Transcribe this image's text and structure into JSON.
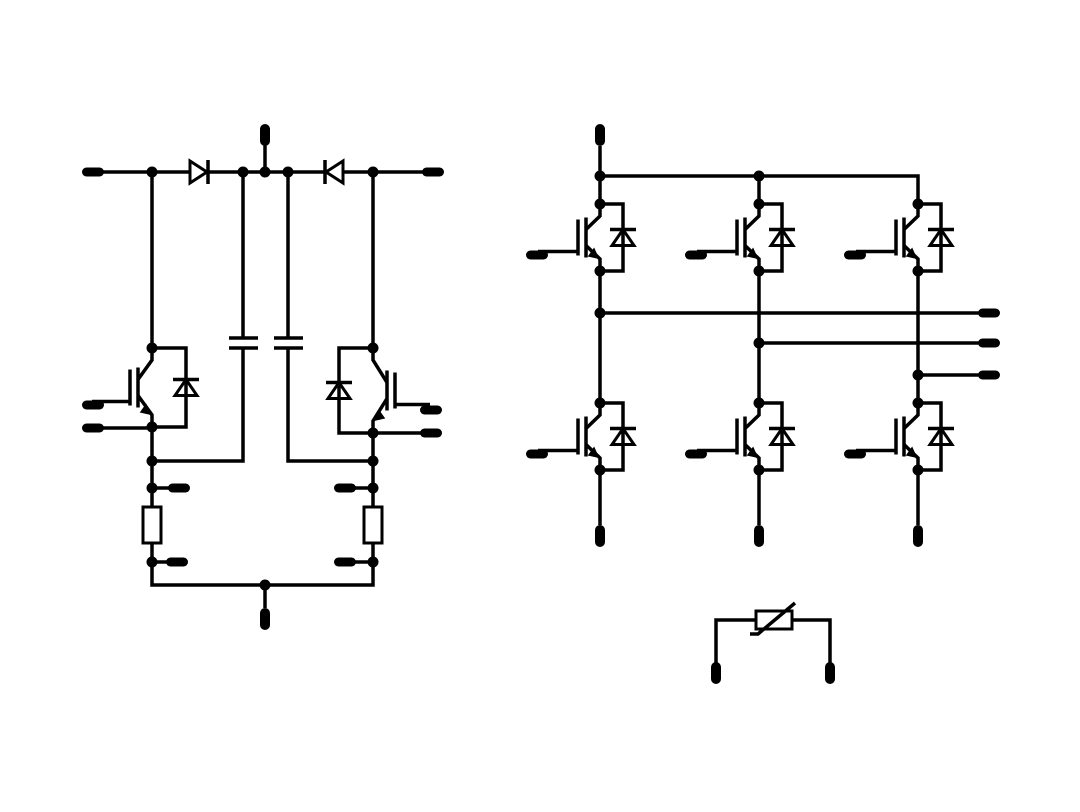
{
  "diagram": {
    "type": "power-module-schematic",
    "colors": {
      "background": "#ffffff",
      "line": "#000000"
    },
    "sections": [
      {
        "name": "boost-pfc-stage",
        "components": [
          "igbt-with-antiparallel-diode",
          "igbt-with-antiparallel-diode",
          "diode",
          "diode",
          "capacitor",
          "capacitor",
          "shunt-resistor",
          "shunt-resistor"
        ]
      },
      {
        "name": "three-phase-inverter",
        "components": [
          "igbt-with-antiparallel-diode",
          "igbt-with-antiparallel-diode",
          "igbt-with-antiparallel-diode",
          "igbt-with-antiparallel-diode",
          "igbt-with-antiparallel-diode",
          "igbt-with-antiparallel-diode"
        ]
      },
      {
        "name": "ntc-thermistor",
        "components": [
          "thermistor"
        ]
      }
    ],
    "terminal_count": 28
  }
}
